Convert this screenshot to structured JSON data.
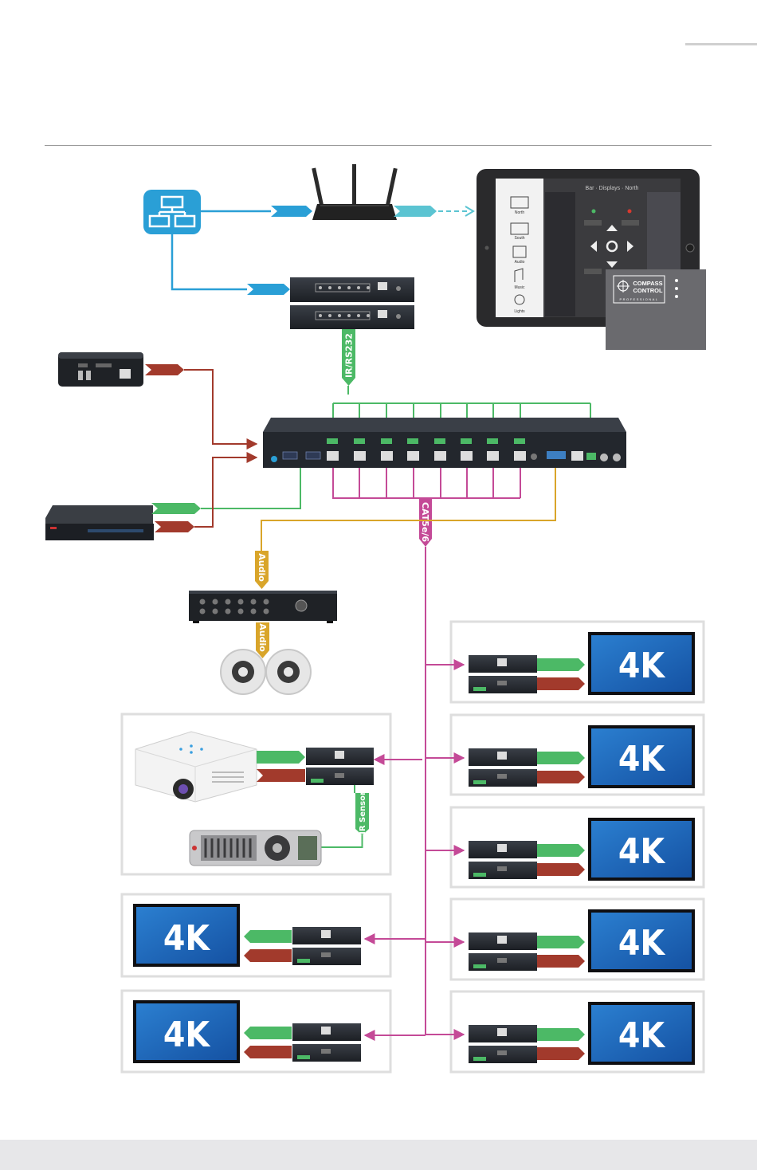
{
  "labels": {
    "ir_rs232": "IR/RS232",
    "cat5e6": "CAT5e/6",
    "audio": "Audio",
    "ir_sensor": "IR Sensor"
  },
  "display_text": "4K",
  "ipad": {
    "header": "Bar · Displays · North",
    "rooms": [
      "North",
      "South",
      "Audio",
      "Music",
      "Lights"
    ]
  },
  "compass": {
    "line1": "COMPASS",
    "line2": "CONTROL",
    "line3": "PROFESSIONAL"
  },
  "colors": {
    "network": "#2a9fd6",
    "wifi": "#5bc4d2",
    "ir": "#4cb966",
    "cat": "#c44a97",
    "audio": "#d9a52a",
    "hdmi": "#a23a2c",
    "display": "#1a62b0"
  }
}
